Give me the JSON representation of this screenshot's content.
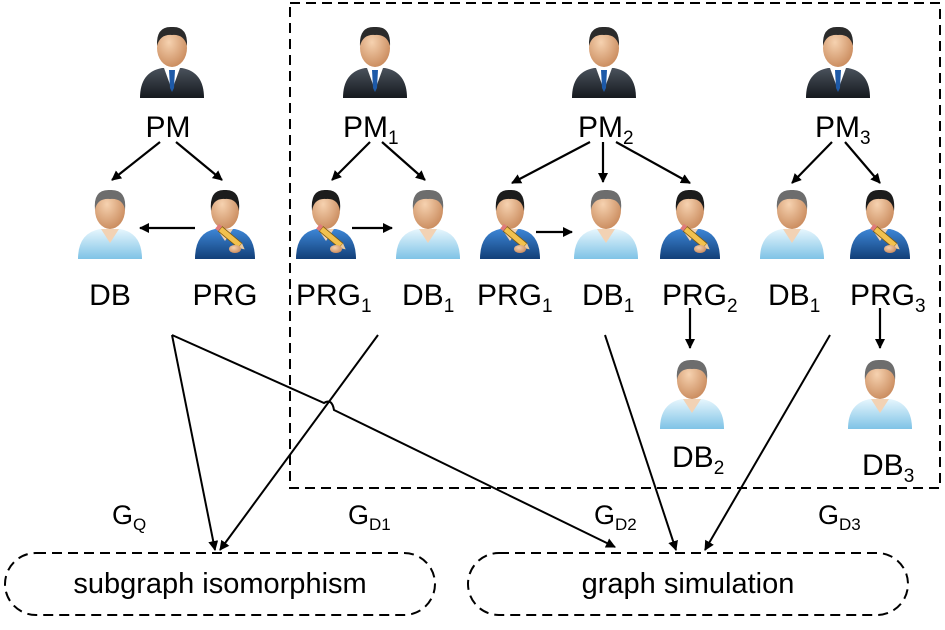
{
  "query_graph": {
    "name": "G",
    "name_sub": "Q",
    "nodes": {
      "pm": {
        "label": "PM",
        "sub": ""
      },
      "db": {
        "label": "DB",
        "sub": ""
      },
      "prg": {
        "label": "PRG",
        "sub": ""
      }
    }
  },
  "data_graphs": [
    {
      "name": "G",
      "name_sub": "D1",
      "nodes": {
        "pm": {
          "label": "PM",
          "sub": "1"
        },
        "prg": {
          "label": "PRG",
          "sub": "1"
        },
        "db": {
          "label": "DB",
          "sub": "1"
        }
      }
    },
    {
      "name": "G",
      "name_sub": "D2",
      "nodes": {
        "pm": {
          "label": "PM",
          "sub": "2"
        },
        "prg1": {
          "label": "PRG",
          "sub": "1"
        },
        "db1": {
          "label": "DB",
          "sub": "1"
        },
        "prg2": {
          "label": "PRG",
          "sub": "2"
        },
        "db2": {
          "label": "DB",
          "sub": "2"
        }
      }
    },
    {
      "name": "G",
      "name_sub": "D3",
      "nodes": {
        "pm": {
          "label": "PM",
          "sub": "3"
        },
        "db1": {
          "label": "DB",
          "sub": "1"
        },
        "prg3": {
          "label": "PRG",
          "sub": "3"
        },
        "db3": {
          "label": "DB",
          "sub": "3"
        }
      }
    }
  ],
  "methods": {
    "left": "subgraph isomorphism",
    "right": "graph simulation"
  },
  "icons": {
    "manager": "manager-icon",
    "database-person": "person-icon",
    "programmer": "programmer-icon"
  },
  "colors": {
    "suit": "#2a2f36",
    "skin": "#e8b48a",
    "shirt_light": "#bfe3f5",
    "shirt_blue": "#1f5fa8",
    "line": "#000000"
  }
}
